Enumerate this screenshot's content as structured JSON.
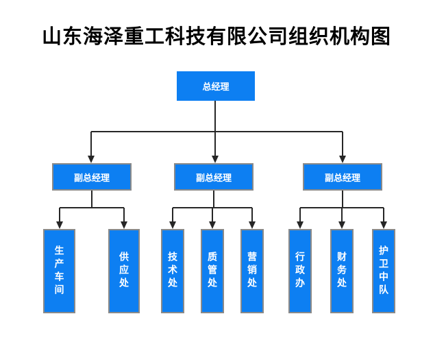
{
  "title": "山东海泽重工科技有限公司组织机构图",
  "org": {
    "root": "总经理",
    "deputies": [
      {
        "label": "副总经理",
        "departments": [
          "生产车间",
          "供应处"
        ]
      },
      {
        "label": "副总经理",
        "departments": [
          "技术处",
          "质管处",
          "营销处"
        ]
      },
      {
        "label": "副总经理",
        "departments": [
          "行政办",
          "财务处",
          "护卫中队"
        ]
      }
    ]
  },
  "colors": {
    "box_fill": "#0d7ff2",
    "box_border": "#8a8a8a",
    "box_text": "#ffffff",
    "connector": "#262626",
    "title_color": "#000000"
  }
}
